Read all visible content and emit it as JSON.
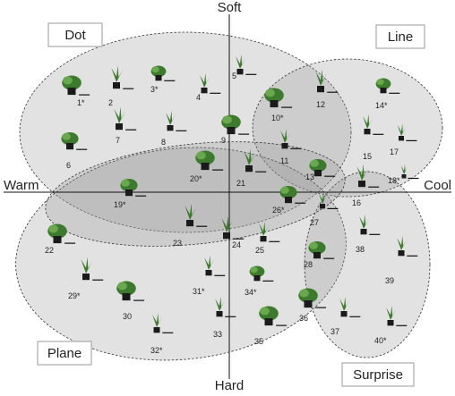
{
  "axes": {
    "top": "Soft",
    "bottom": "Hard",
    "left": "Warm",
    "right": "Cool"
  },
  "groups": [
    "Dot",
    "Line",
    "Plane",
    "Surprise"
  ],
  "plants": [
    {
      "label": "1*"
    },
    {
      "label": "2"
    },
    {
      "label": "3*"
    },
    {
      "label": "4"
    },
    {
      "label": "5"
    },
    {
      "label": "6"
    },
    {
      "label": "7"
    },
    {
      "label": "8"
    },
    {
      "label": "9"
    },
    {
      "label": "10*"
    },
    {
      "label": "11"
    },
    {
      "label": "12"
    },
    {
      "label": "13"
    },
    {
      "label": "14*"
    },
    {
      "label": "15"
    },
    {
      "label": "16"
    },
    {
      "label": "17"
    },
    {
      "label": "18*"
    },
    {
      "label": "19*"
    },
    {
      "label": "20*"
    },
    {
      "label": "21"
    },
    {
      "label": "22"
    },
    {
      "label": "23"
    },
    {
      "label": "24"
    },
    {
      "label": "25"
    },
    {
      "label": "26*"
    },
    {
      "label": "27"
    },
    {
      "label": "28"
    },
    {
      "label": "29*"
    },
    {
      "label": "30"
    },
    {
      "label": "31*"
    },
    {
      "label": "32*"
    },
    {
      "label": "33"
    },
    {
      "label": "34*"
    },
    {
      "label": "35"
    },
    {
      "label": "36"
    },
    {
      "label": "37"
    },
    {
      "label": "38"
    },
    {
      "label": "39"
    },
    {
      "label": "40*"
    }
  ],
  "colors": {
    "zone_fill": "#d9d9d9",
    "foliage": "#3d7a2e",
    "pot": "#1a1a1a"
  }
}
